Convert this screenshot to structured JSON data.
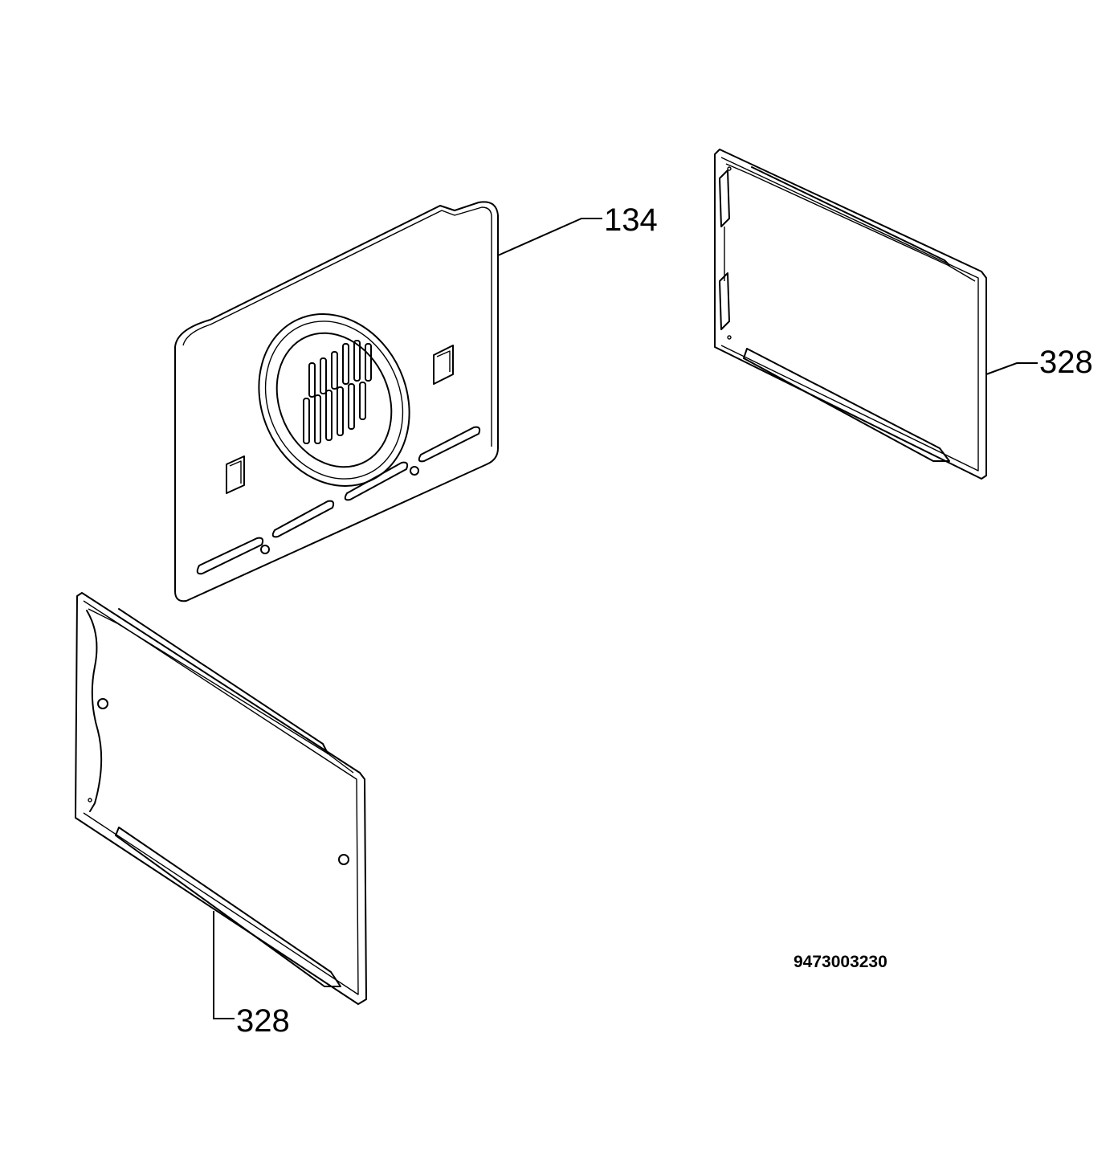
{
  "parts": [
    {
      "ref": "134",
      "name": "back-panel-with-fan-grille"
    },
    {
      "ref": "328",
      "name": "glass-panel-right"
    },
    {
      "ref": "328",
      "name": "glass-panel-bottom-left"
    }
  ],
  "drawing_number": "9473003230",
  "colors": {
    "line": "#000000",
    "background": "#ffffff"
  }
}
